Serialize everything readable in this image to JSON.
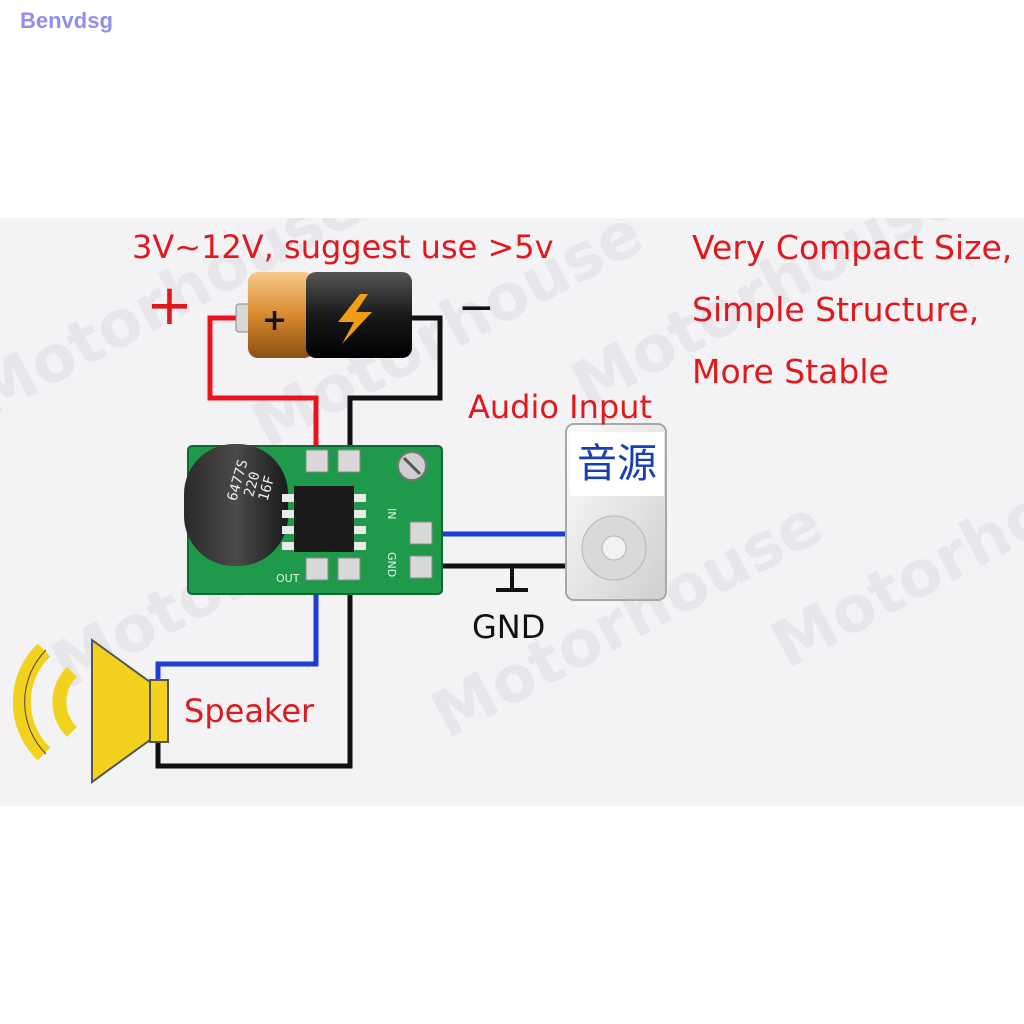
{
  "brand": "Benvdsg",
  "watermark": "Motorhouse",
  "power": {
    "voltage_label": "3V~12V, suggest use >5v",
    "plus_symbol": "+",
    "minus_symbol": "−"
  },
  "features": [
    "Very Compact Size,",
    "Simple Structure,",
    "More Stable"
  ],
  "audio_input_label": "Audio Input",
  "source_device_text": "音源",
  "gnd_label": "GND",
  "speaker_label": "Speaker",
  "board": {
    "capacitor_text": [
      "6477S",
      "220",
      "16F"
    ],
    "pin_in": "IN",
    "pin_gnd": "GND",
    "pin_out": "OUT"
  },
  "colors": {
    "label_red": "#e0191c",
    "wire_red": "#e8141b",
    "wire_blue": "#1b3fd6",
    "wire_black": "#111111",
    "pcb_green": "#1e9a4a",
    "speaker_yellow": "#f2d21e"
  }
}
